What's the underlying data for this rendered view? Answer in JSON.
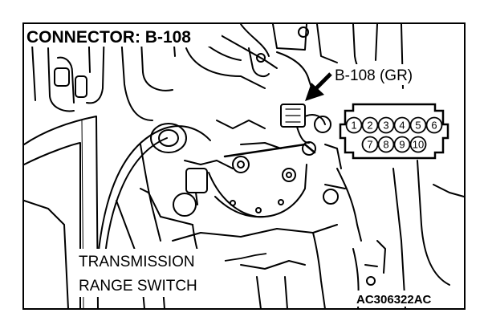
{
  "figure": {
    "title": "CONNECTOR: B-108",
    "connector_label": "B-108 (GR)",
    "component_label_line1": "TRANSMISSION",
    "component_label_line2": "RANGE SWITCH",
    "figure_code": "AC306322AC",
    "pins_top_row": [
      "1",
      "2",
      "3",
      "4",
      "5",
      "6"
    ],
    "pins_bottom_row": [
      "7",
      "8",
      "9",
      "10"
    ]
  }
}
